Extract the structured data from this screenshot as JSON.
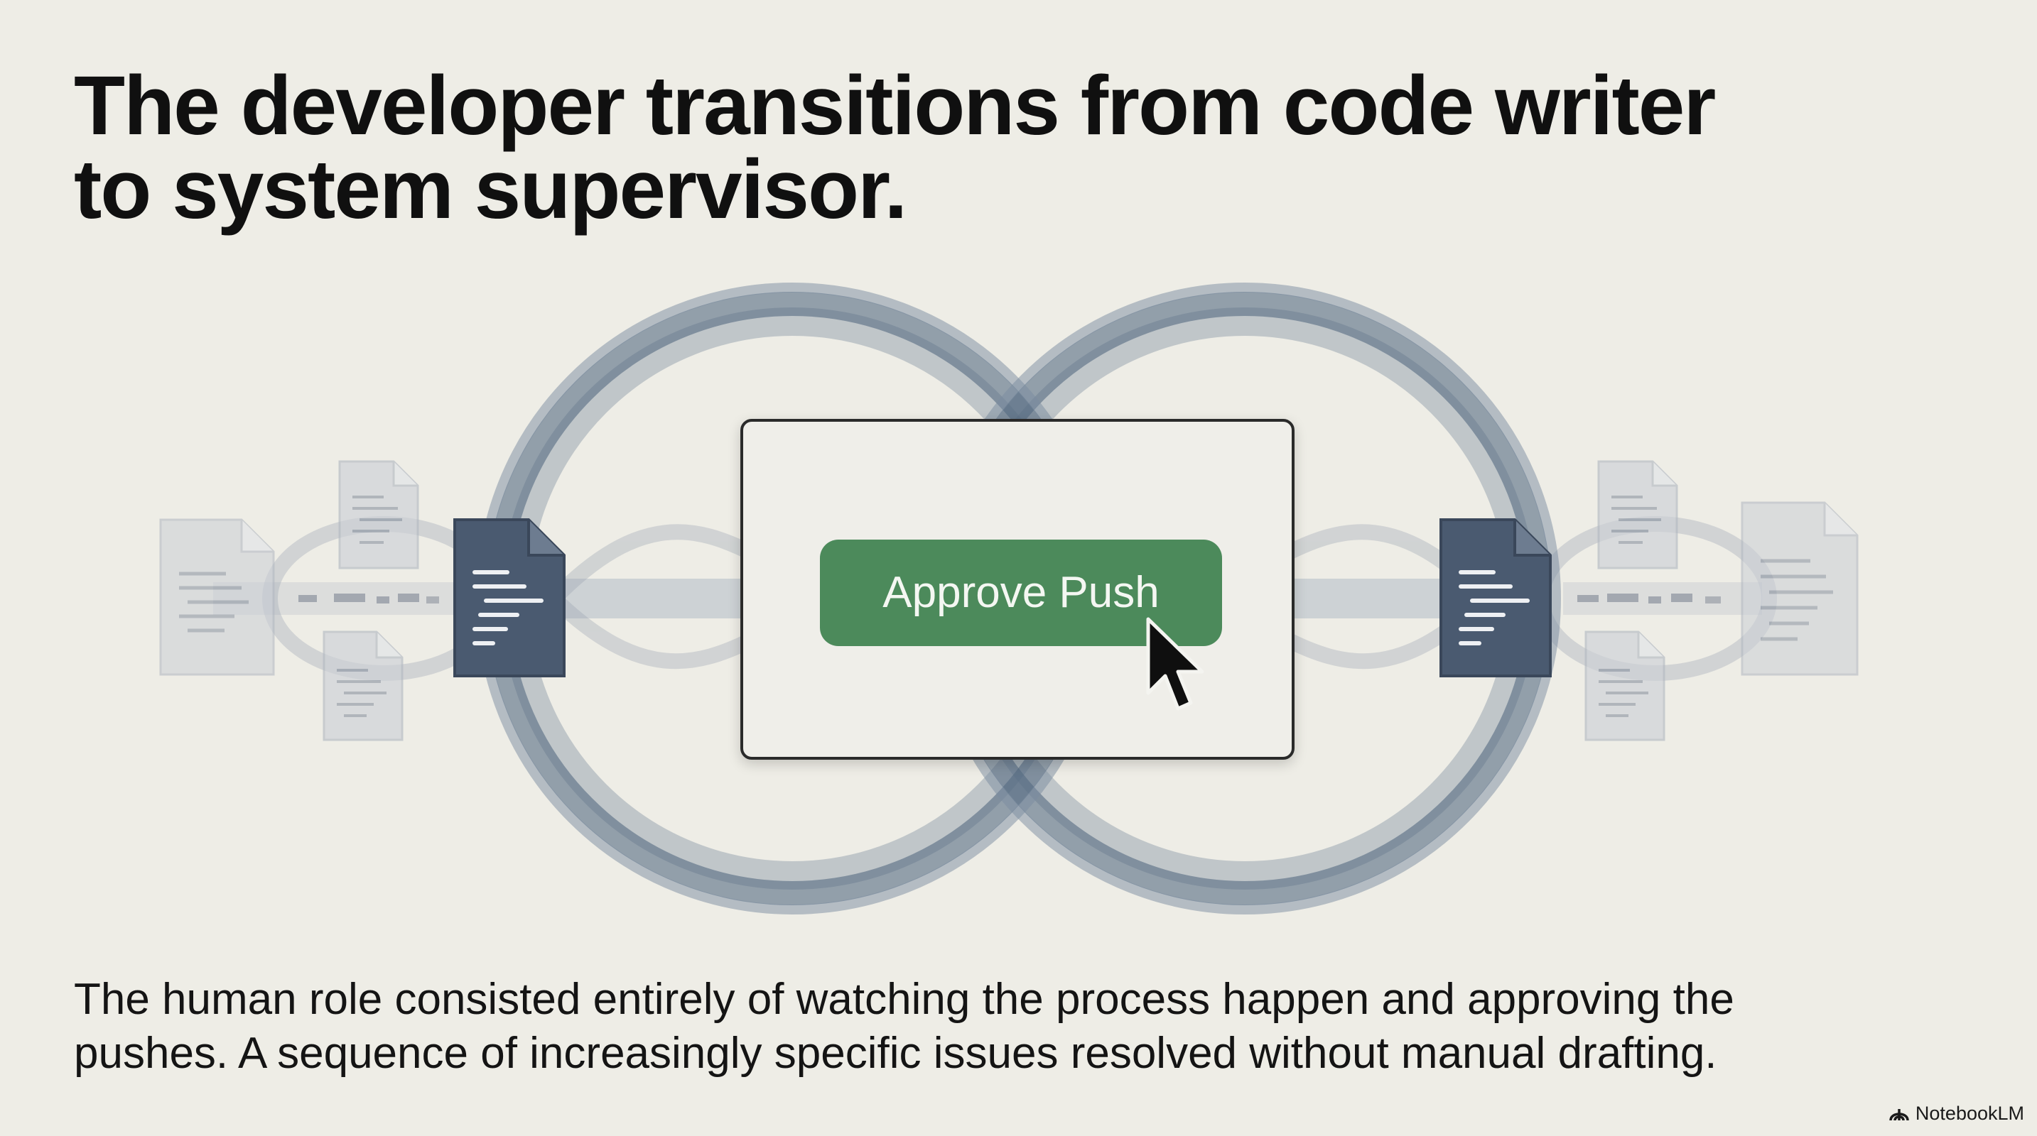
{
  "title": {
    "line1": "The developer transitions from code writer",
    "line2": "to system supervisor."
  },
  "illustration": {
    "icons": [
      "infinity-loop-icon",
      "document-icon",
      "mouse-pointer-icon"
    ],
    "colors": {
      "loop": "#5c6f86",
      "document_active": "#4a5a70",
      "document_faded": "#c9cdd3",
      "button": "#4c8a5b",
      "background": "#eeede6"
    },
    "approve_button_label": "Approve Push"
  },
  "caption": {
    "line1": "The human role consisted entirely of watching the process happen and approving the",
    "line2": "pushes. A sequence of increasingly specific issues resolved without manual drafting."
  },
  "brand": {
    "name": "NotebookLM",
    "icon": "notebooklm-logo-icon"
  }
}
